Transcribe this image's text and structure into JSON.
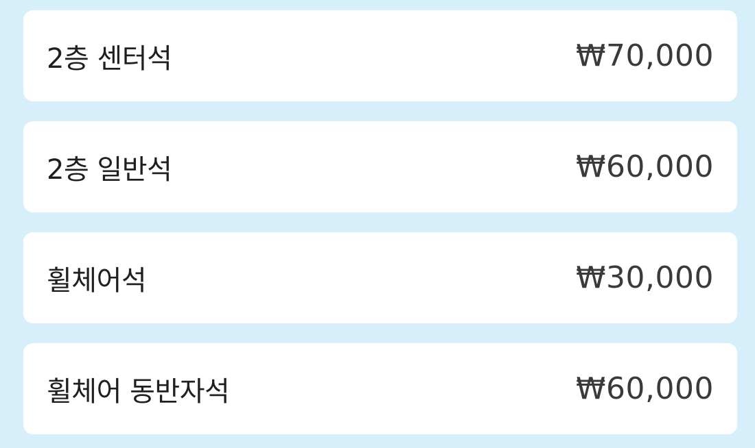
{
  "colors": {
    "background": "#d6effb",
    "card": "#ffffff",
    "name_text": "#1f1f1f",
    "price_text": "#3a3a3a"
  },
  "seats": [
    {
      "name": "2층 센터석",
      "price": "₩70,000"
    },
    {
      "name": "2층 일반석",
      "price": "₩60,000"
    },
    {
      "name": "휠체어석",
      "price": "₩30,000"
    },
    {
      "name": "휠체어 동반자석",
      "price": "₩60,000"
    }
  ]
}
